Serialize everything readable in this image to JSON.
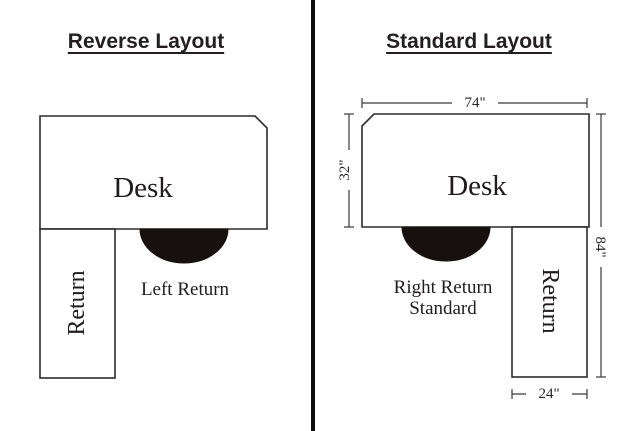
{
  "canvas": {
    "background": "#ffffff",
    "divider_color": "#0d0d0d",
    "shape_stroke_color": "#2b2b2b",
    "dimension_line_color": "#3a3a3a",
    "text_color": "#201b1c",
    "chair_fill_color": "#16100f"
  },
  "left_panel": {
    "title": "Reverse Layout",
    "desk_label": "Desk",
    "return_label": "Return",
    "caption": "Left Return"
  },
  "right_panel": {
    "title": "Standard Layout",
    "desk_label": "Desk",
    "return_label": "Return",
    "caption": "Right Return\nStandard",
    "dimensions": {
      "top_width": "74\"",
      "desk_depth": "32\"",
      "total_depth": "84\"",
      "return_width": "24\""
    }
  }
}
